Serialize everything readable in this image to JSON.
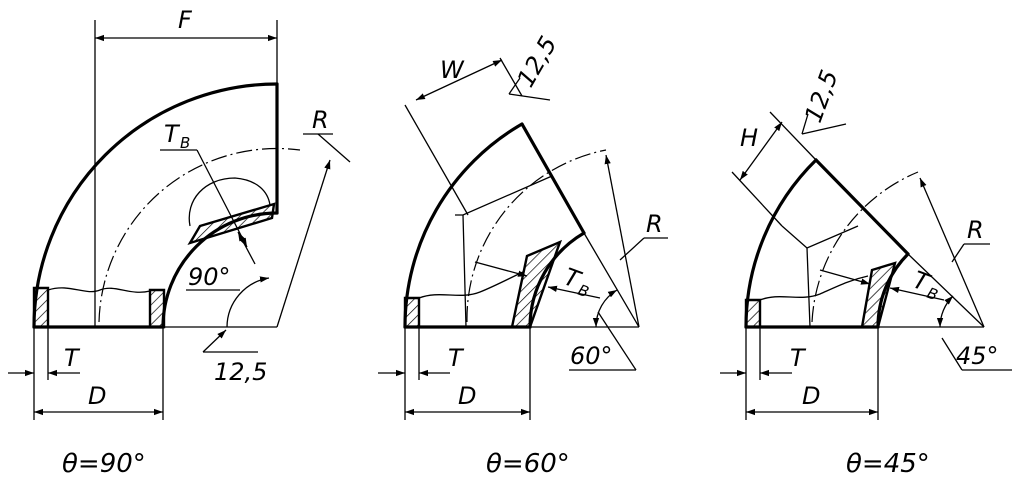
{
  "figures": [
    {
      "caption": "θ=90°",
      "labels": {
        "F": "F",
        "TB": "T",
        "TB_sub": "B",
        "R": "R",
        "angle": "90°",
        "radius_note": "12,5",
        "T": "T",
        "D": "D"
      }
    },
    {
      "caption": "θ=60°",
      "labels": {
        "W": "W",
        "radius_note": "12,5",
        "R": "R",
        "TB": "T",
        "TB_sub": "B",
        "angle": "60°",
        "T": "T",
        "D": "D"
      }
    },
    {
      "caption": "θ=45°",
      "labels": {
        "H": "H",
        "radius_note": "12,5",
        "R": "R",
        "TB": "T",
        "TB_sub": "B",
        "angle": "45°",
        "T": "T",
        "D": "D"
      }
    }
  ]
}
